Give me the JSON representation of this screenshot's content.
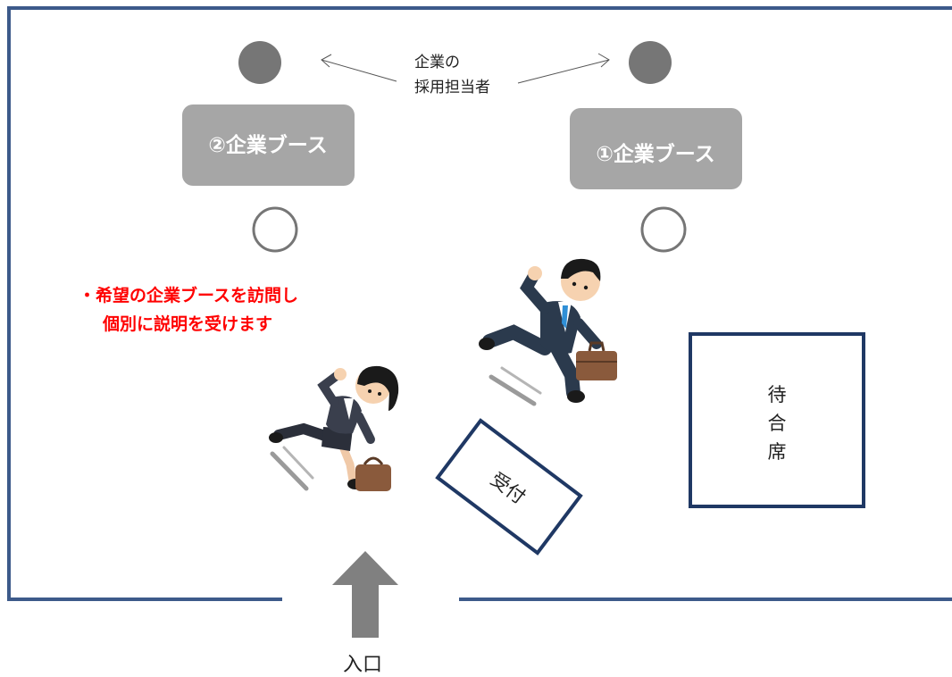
{
  "colors": {
    "wall": "#3d5a8a",
    "staff": "#767676",
    "booth": "#a6a6a6",
    "booth_text": "#ffffff",
    "visitor_ring": "#767676",
    "note": "#ff0000",
    "frame": "#1f3864",
    "entrance_arrow": "#808080",
    "text": "#222222"
  },
  "recruiter_label": {
    "line1": "企業の",
    "line2": "採用担当者"
  },
  "booths": {
    "booth2": "②企業ブース",
    "booth1": "①企業ブース"
  },
  "note": {
    "line1": "・希望の企業ブースを訪問し",
    "line2": "個別に説明を受けます"
  },
  "reception": "受付",
  "waiting_area": {
    "chars": [
      "待",
      "合",
      "席"
    ]
  },
  "entrance": "入口"
}
